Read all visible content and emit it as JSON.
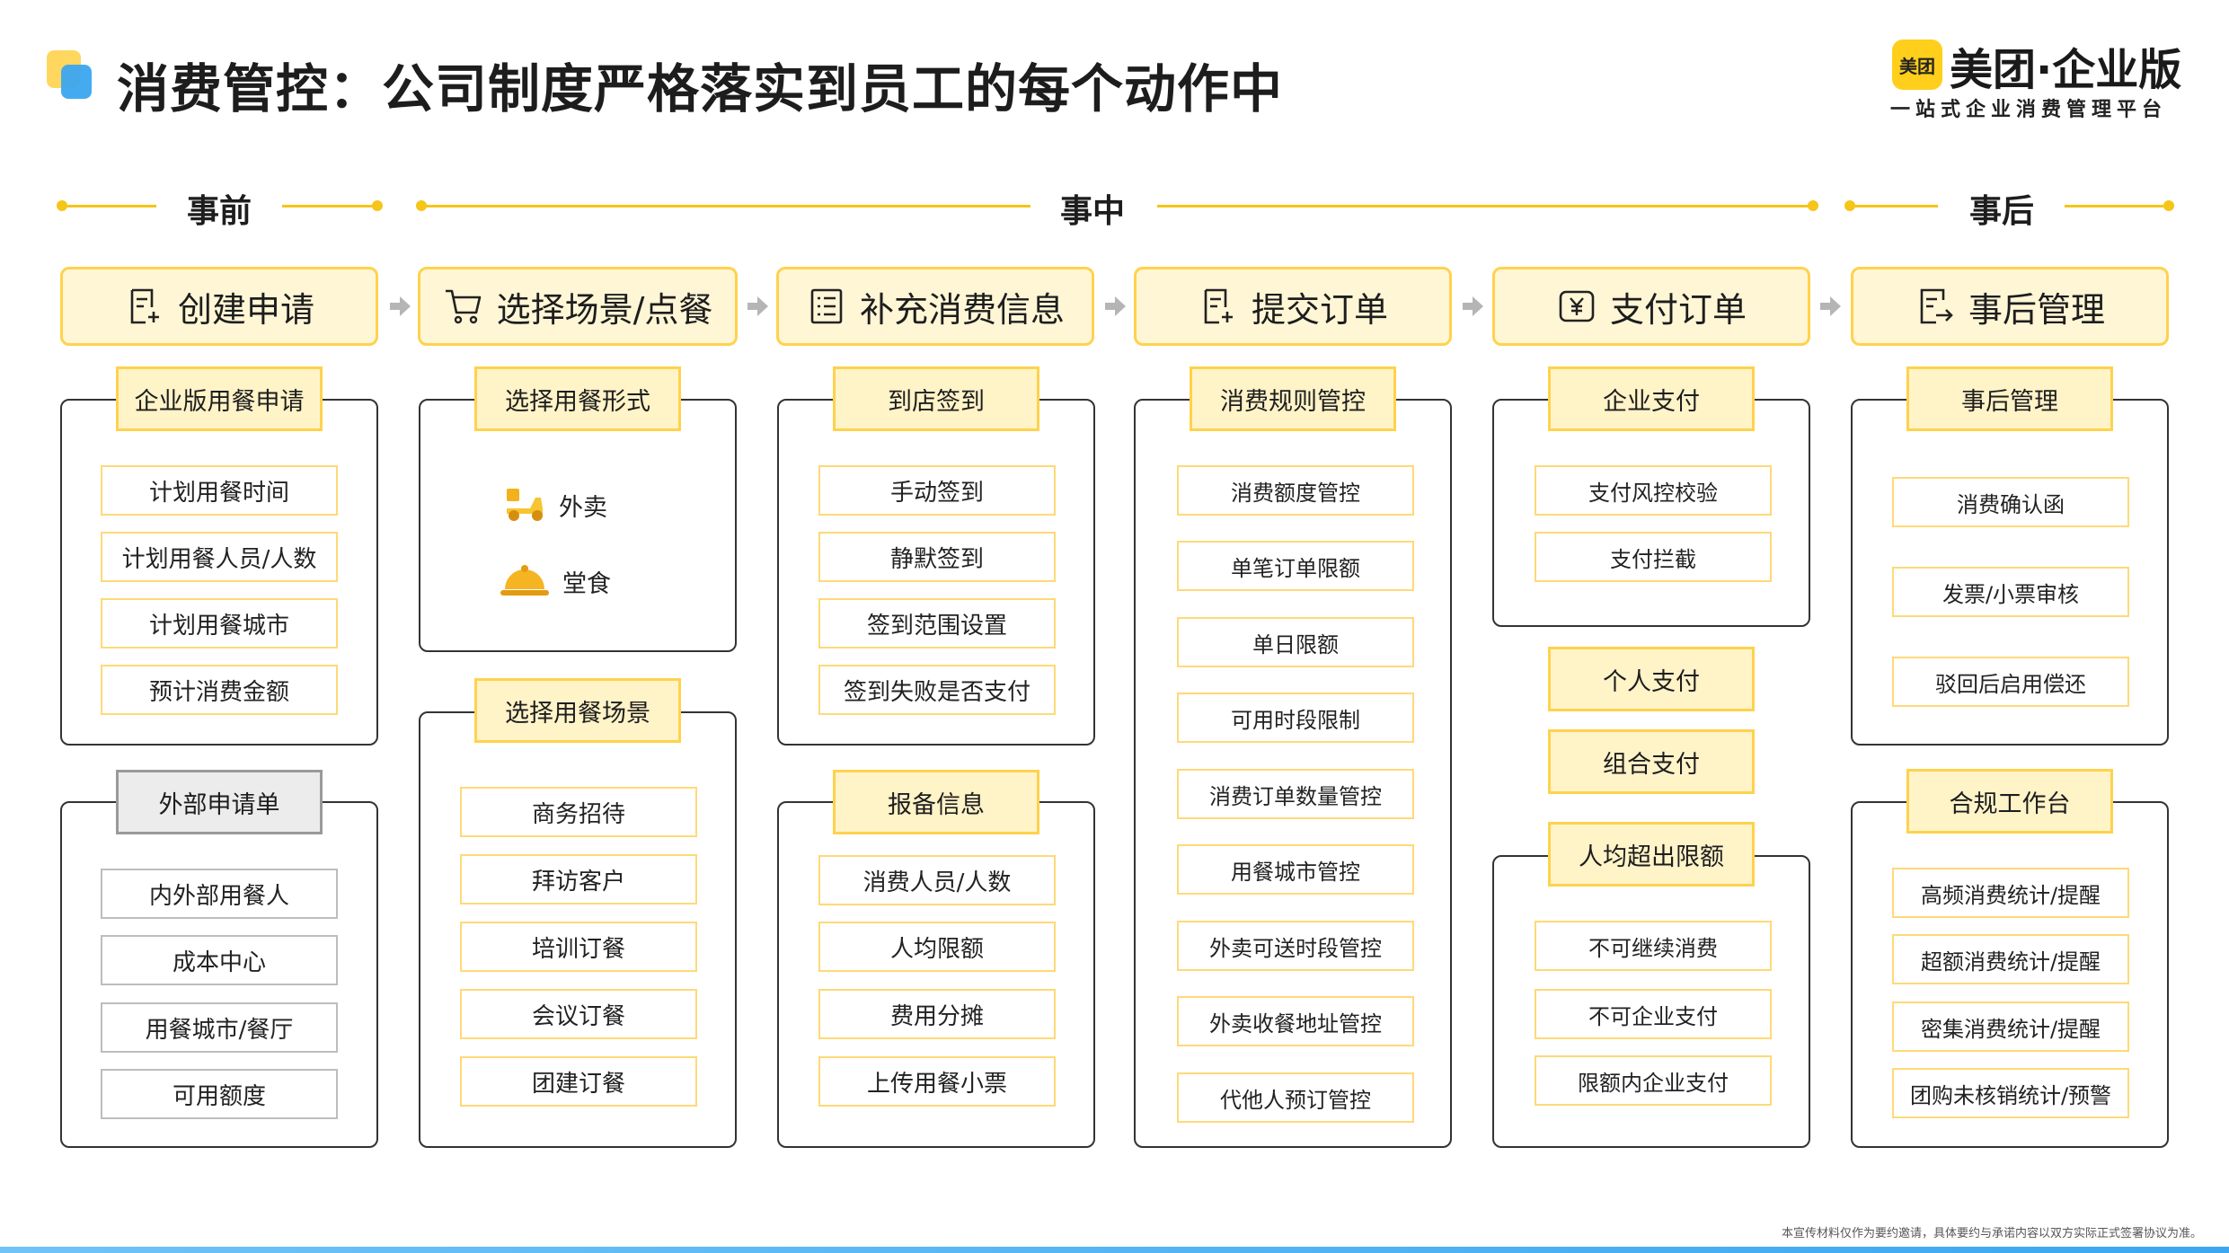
{
  "title": "消费管控：公司制度严格落实到员工的每个动作中",
  "brand": {
    "badge": "美团",
    "name": "美团·企业版",
    "slogan": "一站式企业消费管理平台"
  },
  "phases": [
    "事前",
    "事中",
    "事后"
  ],
  "steps": [
    "创建申请",
    "选择场景/点餐",
    "补充消费信息",
    "提交订单",
    "支付订单",
    "事后管理"
  ],
  "col1": {
    "head1": "企业版用餐申请",
    "items1": [
      "计划用餐时间",
      "计划用餐人员/人数",
      "计划用餐城市",
      "预计消费金额"
    ],
    "head2": "外部申请单",
    "items2": [
      "内外部用餐人",
      "成本中心",
      "用餐城市/餐厅",
      "可用额度"
    ]
  },
  "col2": {
    "head1": "选择用餐形式",
    "forms": [
      "外卖",
      "堂食"
    ],
    "head2": "选择用餐场景",
    "items2": [
      "商务招待",
      "拜访客户",
      "培训订餐",
      "会议订餐",
      "团建订餐"
    ]
  },
  "col3": {
    "head1": "到店签到",
    "items1": [
      "手动签到",
      "静默签到",
      "签到范围设置",
      "签到失败是否支付"
    ],
    "head2": "报备信息",
    "items2": [
      "消费人员/人数",
      "人均限额",
      "费用分摊",
      "上传用餐小票"
    ]
  },
  "col4": {
    "head1": "消费规则管控",
    "items1": [
      "消费额度管控",
      "单笔订单限额",
      "单日限额",
      "可用时段限制",
      "消费订单数量管控",
      "用餐城市管控",
      "外卖可送时段管控",
      "外卖收餐地址管控",
      "代他人预订管控"
    ]
  },
  "col5": {
    "head1": "企业支付",
    "items1": [
      "支付风控校验",
      "支付拦截"
    ],
    "personal": "个人支付",
    "combined": "组合支付",
    "head3": "人均超出限额",
    "items3": [
      "不可继续消费",
      "不可企业支付",
      "限额内企业支付"
    ]
  },
  "col6": {
    "head1": "事后管理",
    "items1": [
      "消费确认函",
      "发票/小票审核",
      "驳回后启用偿还"
    ],
    "head2": "合规工作台",
    "items2": [
      "高频消费统计/提醒",
      "超额消费统计/提醒",
      "密集消费统计/提醒",
      "团购未核销统计/预警"
    ]
  },
  "footnote": "本宣传材料仅作为要约邀请，具体要约与承诺内容以双方实际正式签署协议为准。",
  "colors": {
    "accent": "#ffd24d",
    "accent_fill": "#fff6d6",
    "blue": "#3ba7f0"
  }
}
